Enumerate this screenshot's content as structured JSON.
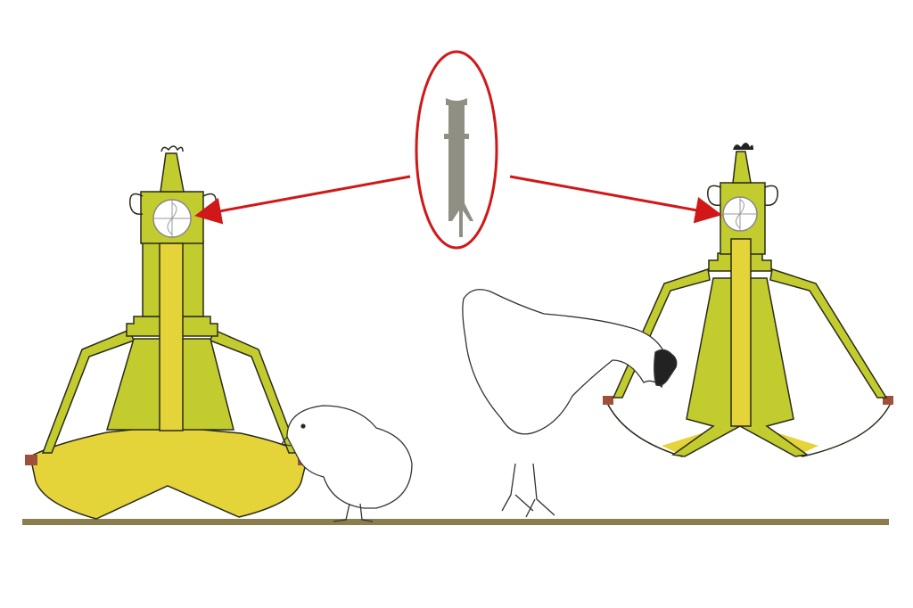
{
  "diagram": {
    "subject": "poultry-pan-feeder-comparison",
    "colors": {
      "feeder_body": "#c3cc2e",
      "feed": "#e4d43a",
      "outline": "#2a2a1a",
      "arrow": "#d01818",
      "highlight_ellipse": "#d01818",
      "part": "#8f8f84",
      "ground": "#8a7d4e",
      "pan_rim": "#a0503a"
    },
    "feeders": [
      {
        "state": "full-feed-level"
      },
      {
        "state": "low-feed-level"
      }
    ]
  }
}
